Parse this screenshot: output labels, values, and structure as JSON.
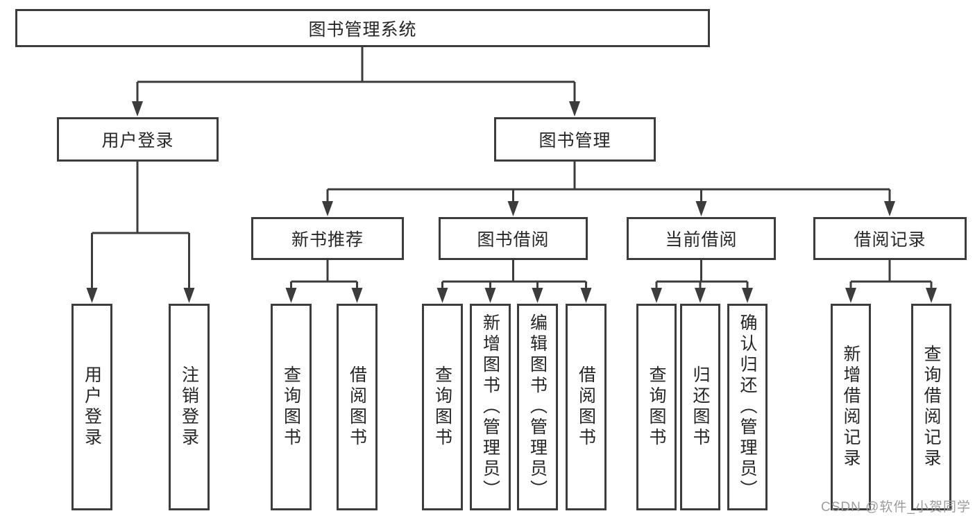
{
  "diagram": {
    "root": {
      "label": "图书管理系统"
    },
    "level2": {
      "user_login": {
        "label": "用户登录"
      },
      "book_management": {
        "label": "图书管理"
      }
    },
    "level3": {
      "new_book_recommend": {
        "label": "新书推荐"
      },
      "book_borrow": {
        "label": "图书借阅"
      },
      "current_borrow": {
        "label": "当前借阅"
      },
      "borrow_records": {
        "label": "借阅记录"
      }
    },
    "leaves": {
      "login": [
        "用户登录",
        "注销登录"
      ],
      "recommend": [
        "查询图书",
        "借阅图书"
      ],
      "borrow": [
        "查询图书",
        "新增图书（管理员）",
        "编辑图书（管理员）",
        "借阅图书"
      ],
      "current": [
        "查询图书",
        "归还图书",
        "确认归还（管理员）"
      ],
      "records": [
        "新增借阅记录",
        "查询借阅记录"
      ]
    },
    "watermark": "CSDN @软件_小贺同学",
    "colors": {
      "line": "#3c3c3c",
      "text": "#262626",
      "watermark": "#9c9c9c",
      "background": "#ffffff"
    }
  }
}
